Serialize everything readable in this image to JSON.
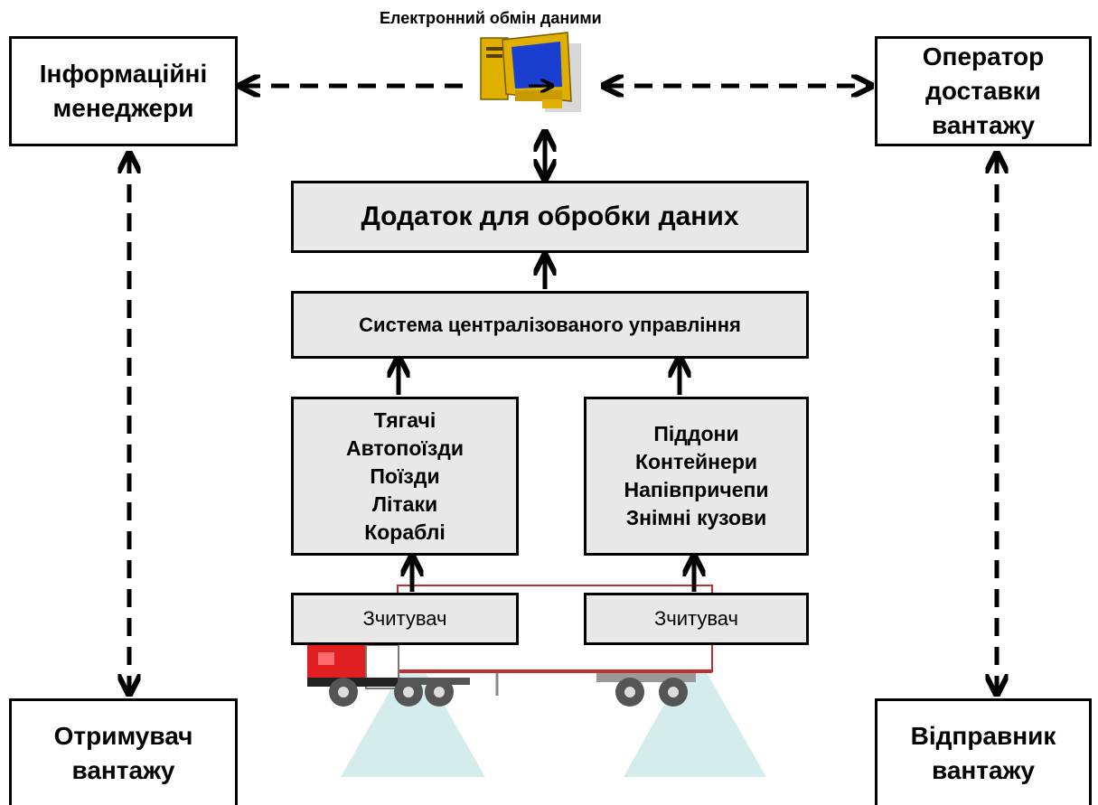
{
  "top_label": "Електронний обмін даними",
  "nodes": {
    "info_managers": [
      "Інформаційні",
      "менеджери"
    ],
    "delivery_operator": [
      "Оператор",
      "доставки",
      "вантажу"
    ],
    "cargo_receiver": [
      "Отримувач",
      "вантажу"
    ],
    "cargo_sender": [
      "Відправник",
      "вантажу"
    ],
    "data_app": "Додаток для обробки даних",
    "central_system": "Система централізованого управління",
    "vehicles": [
      "Тягачі",
      "Автопоїзди",
      "Поїзди",
      "Літаки",
      "Кораблі"
    ],
    "containers": [
      "Піддони",
      "Контейнери",
      "Напівпричепи",
      "Знімні кузови"
    ],
    "reader_left": "Зчитувач",
    "reader_right": "Зчитувач"
  },
  "icons": [
    "computer-icon",
    "truck-icon",
    "reader-beam-icon"
  ],
  "colors": {
    "box_fill": "#e8e8e8",
    "beam": "#d4ecec",
    "truck_cab": "#e02020",
    "trailer_stripe": "#c03030"
  }
}
